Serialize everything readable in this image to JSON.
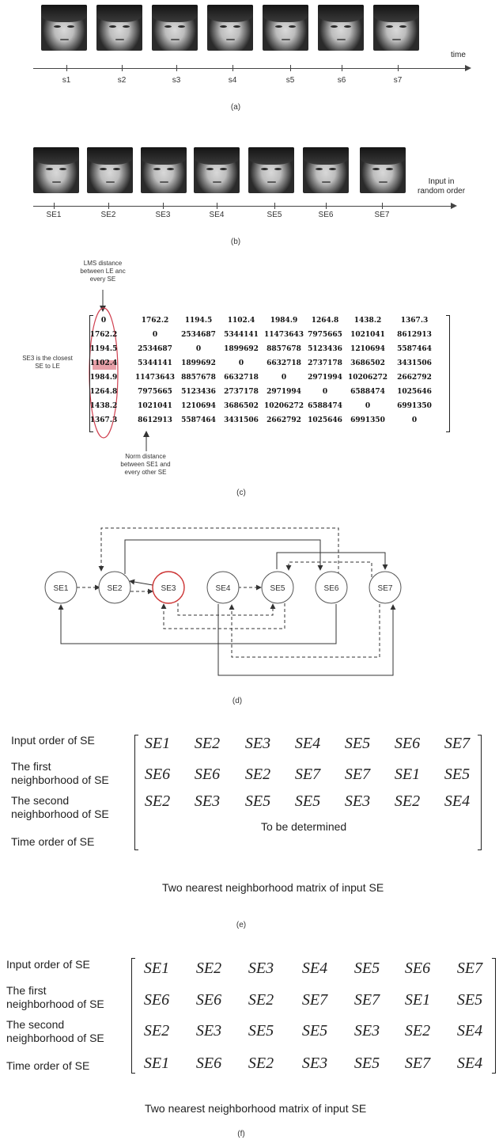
{
  "panel_a": {
    "axis_label": "time",
    "ticks": [
      "s1",
      "s2",
      "s3",
      "s4",
      "s5",
      "s6",
      "s7"
    ],
    "caption": "(a)"
  },
  "panel_b": {
    "axis_label_1": "Input in",
    "axis_label_2": "random order",
    "ticks": [
      "SE1",
      "SE2",
      "SE3",
      "SE4",
      "SE5",
      "SE6",
      "SE7"
    ],
    "caption": "(b)"
  },
  "panel_c": {
    "top_note_1": "LMS distance",
    "top_note_2": "between LE anc",
    "top_note_3": "every SE",
    "left_note_1": "SE3 is the closest",
    "left_note_2": "SE to LE",
    "bottom_note_1": "Norm distance",
    "bottom_note_2": "between SE1 and",
    "bottom_note_3": "every other SE",
    "highlight_color": "#e8a0a8",
    "caption": "(c)",
    "matrix": [
      [
        "0",
        "1762.2",
        "1194.5",
        "1102.4",
        "1984.9",
        "1264.8",
        "1438.2",
        "1367.3"
      ],
      [
        "1762.2",
        "0",
        "2534687",
        "5344141",
        "11473643",
        "7975665",
        "1021041",
        "8612913"
      ],
      [
        "1194.5",
        "2534687",
        "0",
        "1899692",
        "8857678",
        "5123436",
        "1210694",
        "5587464"
      ],
      [
        "1102.4",
        "5344141",
        "1899692",
        "0",
        "6632718",
        "2737178",
        "3686502",
        "3431506"
      ],
      [
        "1984.9",
        "11473643",
        "8857678",
        "6632718",
        "0",
        "2971994",
        "10206272",
        "2662792"
      ],
      [
        "1264.8",
        "7975665",
        "5123436",
        "2737178",
        "2971994",
        "0",
        "6588474",
        "1025646"
      ],
      [
        "1438.2",
        "1021041",
        "1210694",
        "3686502",
        "10206272",
        "6588474",
        "0",
        "6991350"
      ],
      [
        "1367.3",
        "8612913",
        "5587464",
        "3431506",
        "2662792",
        "1025646",
        "6991350",
        "0"
      ]
    ]
  },
  "panel_d": {
    "nodes": [
      "SE1",
      "SE2",
      "SE3",
      "SE4",
      "SE5",
      "SE6",
      "SE7"
    ],
    "highlight_color": "#cc3333",
    "caption": "(d)"
  },
  "panel_e": {
    "row_labels": [
      [
        "Input order of SE"
      ],
      [
        "The first",
        "neighborhood of SE"
      ],
      [
        "The second",
        "neighborhood of SE"
      ],
      [
        "Time order of SE"
      ]
    ],
    "rows": [
      [
        "SE1",
        "SE2",
        "SE3",
        "SE4",
        "SE5",
        "SE6",
        "SE7"
      ],
      [
        "SE6",
        "SE6",
        "SE2",
        "SE7",
        "SE7",
        "SE1",
        "SE5"
      ],
      [
        "SE2",
        "SE3",
        "SE5",
        "SE5",
        "SE3",
        "SE2",
        "SE4"
      ]
    ],
    "pending": "To be determined",
    "title": "Two nearest neighborhood matrix of input SE",
    "caption": "(e)"
  },
  "panel_f": {
    "row_labels": [
      [
        "Input order of SE"
      ],
      [
        "The first",
        "neighborhood of SE"
      ],
      [
        "The second",
        "neighborhood of SE"
      ],
      [
        "Time order of SE"
      ]
    ],
    "rows": [
      [
        "SE1",
        "SE2",
        "SE3",
        "SE4",
        "SE5",
        "SE6",
        "SE7"
      ],
      [
        "SE6",
        "SE6",
        "SE2",
        "SE7",
        "SE7",
        "SE1",
        "SE5"
      ],
      [
        "SE2",
        "SE3",
        "SE5",
        "SE5",
        "SE3",
        "SE2",
        "SE4"
      ],
      [
        "SE1",
        "SE6",
        "SE2",
        "SE3",
        "SE5",
        "SE7",
        "SE4"
      ]
    ],
    "title": "Two nearest neighborhood matrix of input SE",
    "caption": "(f)"
  }
}
